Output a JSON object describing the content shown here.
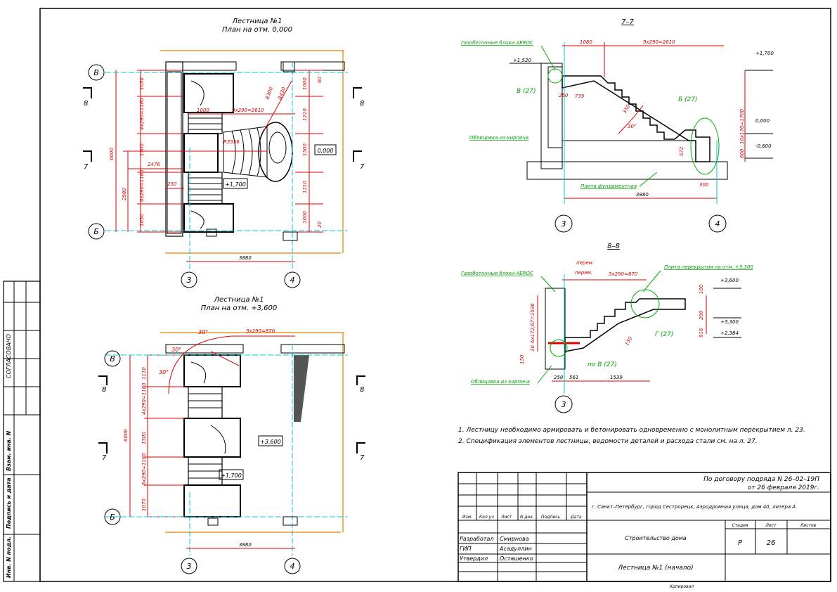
{
  "plan1": {
    "title": "Лестница №1",
    "subtitle": "План на отм. 0,000",
    "axis_top": "В",
    "axis_bottom": "Б",
    "axis_left": "3",
    "axis_right": "4",
    "sec8": "8",
    "sec7": "7",
    "dims_left": [
      "1050",
      "4х290=1160",
      "1500",
      "6х290=1160",
      "1050"
    ],
    "dim_total": "6000",
    "dim_2980": "2980",
    "dim_2476": "2476",
    "dim_250": "250",
    "dim_1000": "1000",
    "dim_9x290": "9х290=2610",
    "dim_r3556": "R3556",
    "dim_r300": "R300",
    "dim_r430": "R430",
    "dims_right": [
      "1000",
      "1210",
      "1500",
      "1210",
      "1000"
    ],
    "dim_60": "60",
    "dim_20": "20",
    "level": "0,000",
    "level2": "+1,700",
    "dim_bottom": "3880"
  },
  "plan2": {
    "title": "Лестница №1",
    "subtitle": "План на отм. +3,600",
    "axis_top": "В",
    "axis_bottom": "Б",
    "axis_left": "3",
    "axis_right": "4",
    "sec8": "8",
    "sec7": "7",
    "dims_left": [
      "1110",
      "4х290=1160",
      "1500",
      "6х290=1160",
      "1070"
    ],
    "dim_total": "6000",
    "dim_30a": "30°",
    "dim_30b": "30°",
    "dim_30c": "30°",
    "dim_3x290": "3х290=870",
    "level": "+3,600",
    "level2": "+1,700",
    "dim_bottom": "3880"
  },
  "sec77": {
    "title": "7–7",
    "dim_1080": "1080",
    "dim_9x290": "9х290=2610",
    "label_gas": "Газобетонные блоки AEROC",
    "label_v": "В (27)",
    "label_b": "Б (27)",
    "label_brick": "Облицовка из кирпича",
    "label_slab": "Плита фундаментная",
    "lvl_1520": "+1,520",
    "lvl_1700": "+1,700",
    "lvl_000": "0,000",
    "lvl_600": "-0,600",
    "dim_250": "250",
    "dim_739": "739",
    "dim_350": "350",
    "dim_30": "30°",
    "dim_572": "572",
    "dim_300": "300",
    "dim_10x170": "10х170=1700",
    "dim_600": "600",
    "dim_3880": "3880",
    "axis_left": "3",
    "axis_right": "4"
  },
  "sec88": {
    "title": "8–8",
    "dim_perem1": "перем.",
    "dim_perem2": "перем.",
    "dim_3x290": "3х290=870",
    "label_gas": "Газобетонные блоки AEROC",
    "label_slab": "Плита перекрытия на отм. +3,300",
    "label_g": "Г (27)",
    "label_brick": "Облицовка из кирпича",
    "label_pov": "по В (27)",
    "lvl_3600": "+3,600",
    "lvl_3300": "+3,300",
    "lvl_2384": "+2,384",
    "dim_100": "100",
    "dim_200": "200",
    "dim_916": "916",
    "dim_150": "150",
    "dim_6x172": "6х172,67=1036",
    "dim_30": "30",
    "dim_150b": "150",
    "dim_250": "250",
    "dim_561": "561",
    "dim_1539": "1539",
    "axis": "3"
  },
  "notes": [
    "1.      Лестницу необходимо армировать и бетонировать одновременно с монолитным перекрытием л. 23.",
    "2.      Спецификация элементов лестницы, ведомости деталей и расхода стали см. на л. 27."
  ],
  "stamp": {
    "contract1": "По договору подряда N 26–02–19П",
    "contract2": "от 26 февраля 2019г.",
    "address": "г. Санкт–Петербург, город Сестрорецк, Аэродромная улица, дом 40, литера А",
    "cols": [
      "Изм.",
      "Кол.уч",
      "Лист",
      "N док.",
      "Подпись",
      "Дата"
    ],
    "rows": [
      {
        "role": "Разработал",
        "name": "Смирнова"
      },
      {
        "role": "ГИП",
        "name": "Асадуллин"
      },
      {
        "role": "Утвердил",
        "name": "Осташенко"
      }
    ],
    "project": "Строительство дома",
    "sheet_name": "Лестница №1 (начало)",
    "stage_label": "Стадия",
    "sheet_label": "Лист",
    "sheets_label": "Листов",
    "stage": "Р",
    "sheet": "26",
    "footer": "Копировал"
  },
  "side": {
    "agreed": "СОГЛАСОВАНО",
    "inv": "Взам. инв. N",
    "sign": "Подпись и дата",
    "invp": "Инв. N подл."
  }
}
